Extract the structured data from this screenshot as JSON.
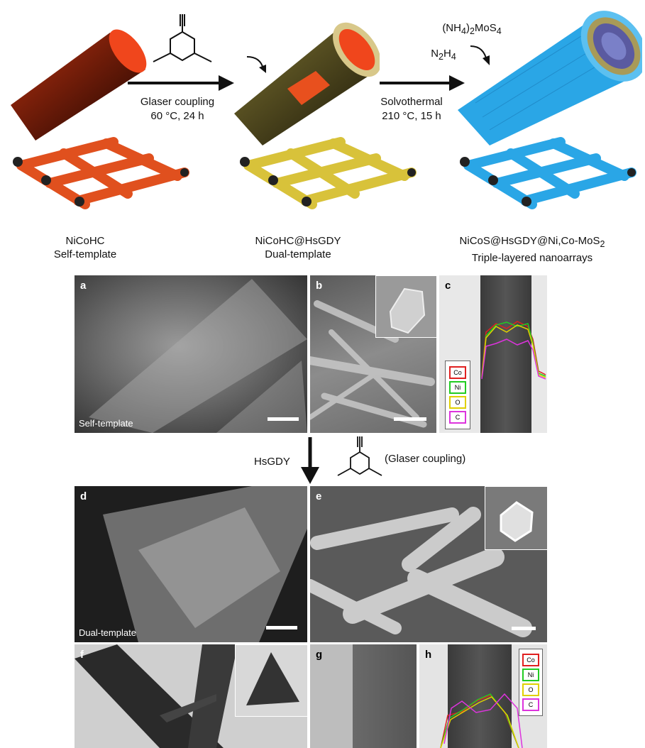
{
  "schematic": {
    "step1": {
      "line1": "Glaser coupling",
      "line2": "60 °C, 24 h"
    },
    "step2": {
      "line1": "Solvothermal",
      "line2": "210 °C, 15 h"
    },
    "reagent1": "(NH4)2MoS4",
    "reagent2": "N2H4",
    "stage1": {
      "name": "NiCoHC",
      "role": "Self-template"
    },
    "stage2": {
      "name": "NiCoHC@HsGDY",
      "role": "Dual-template"
    },
    "stage3": {
      "name": "NiCoS@HsGDY@Ni,Co-MoS2",
      "role": "Triple-layered nanoarrays"
    }
  },
  "panels": {
    "a": {
      "letter": "a",
      "caption": "Self-template"
    },
    "b": {
      "letter": "b"
    },
    "c": {
      "letter": "c",
      "legend": [
        "Co",
        "Ni",
        "O",
        "C"
      ]
    },
    "middle": {
      "left": "HsGDY",
      "right": "(Glaser coupling)"
    },
    "d": {
      "letter": "d",
      "caption": "Dual-template"
    },
    "e": {
      "letter": "e"
    },
    "f": {
      "letter": "f"
    },
    "g": {
      "letter": "g"
    },
    "h": {
      "letter": "h",
      "legend": [
        "Co",
        "Ni",
        "O",
        "C"
      ]
    }
  },
  "colors": {
    "Co": "#e02020",
    "Ni": "#22cc22",
    "O": "#e0d000",
    "C": "#dd33dd",
    "orange": "#e8501e",
    "yellow": "#d8c23a",
    "blue": "#2aa6e6"
  }
}
